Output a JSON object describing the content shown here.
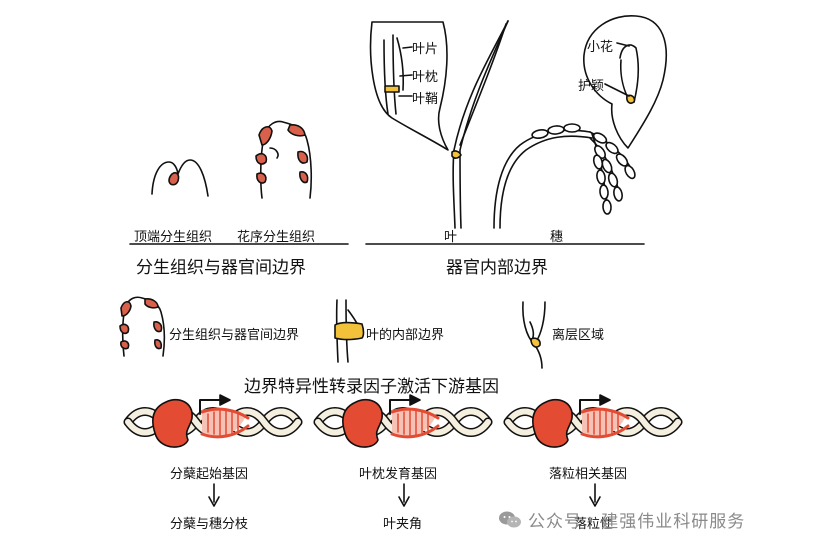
{
  "top": {
    "meristem": {
      "apical": "顶端分生组织",
      "inflorescence": "花序分生组织",
      "title": "分生组织与器官间边界"
    },
    "organ": {
      "leaf": "叶",
      "panicle": "穗",
      "title": "器官内部边界"
    },
    "leaf_callout": {
      "blade": "叶片",
      "pulvinus": "叶枕",
      "sheath": "叶鞘"
    },
    "panicle_callout": {
      "floret": "小花",
      "glume": "护颖"
    }
  },
  "legend": {
    "meristem_boundary": "分生组织与器官间边界",
    "leaf_internal": "叶的内部边界",
    "abscission": "离层区域"
  },
  "section_title": "边界特异性转录因子激活下游基因",
  "genes": [
    {
      "gene": "分蘖起始基因",
      "phenotype": "分蘖与穗分枝"
    },
    {
      "gene": "叶枕发育基因",
      "phenotype": "叶夹角"
    },
    {
      "gene": "落粒相关基因",
      "phenotype": "落粒性"
    }
  ],
  "watermark": "公众号 · 建强伟业科研服务",
  "colors": {
    "boundary": "#d9604a",
    "pulvinus": "#f2c23a",
    "dna_red": "#e34b32",
    "watermark": "#8a8a8a"
  }
}
